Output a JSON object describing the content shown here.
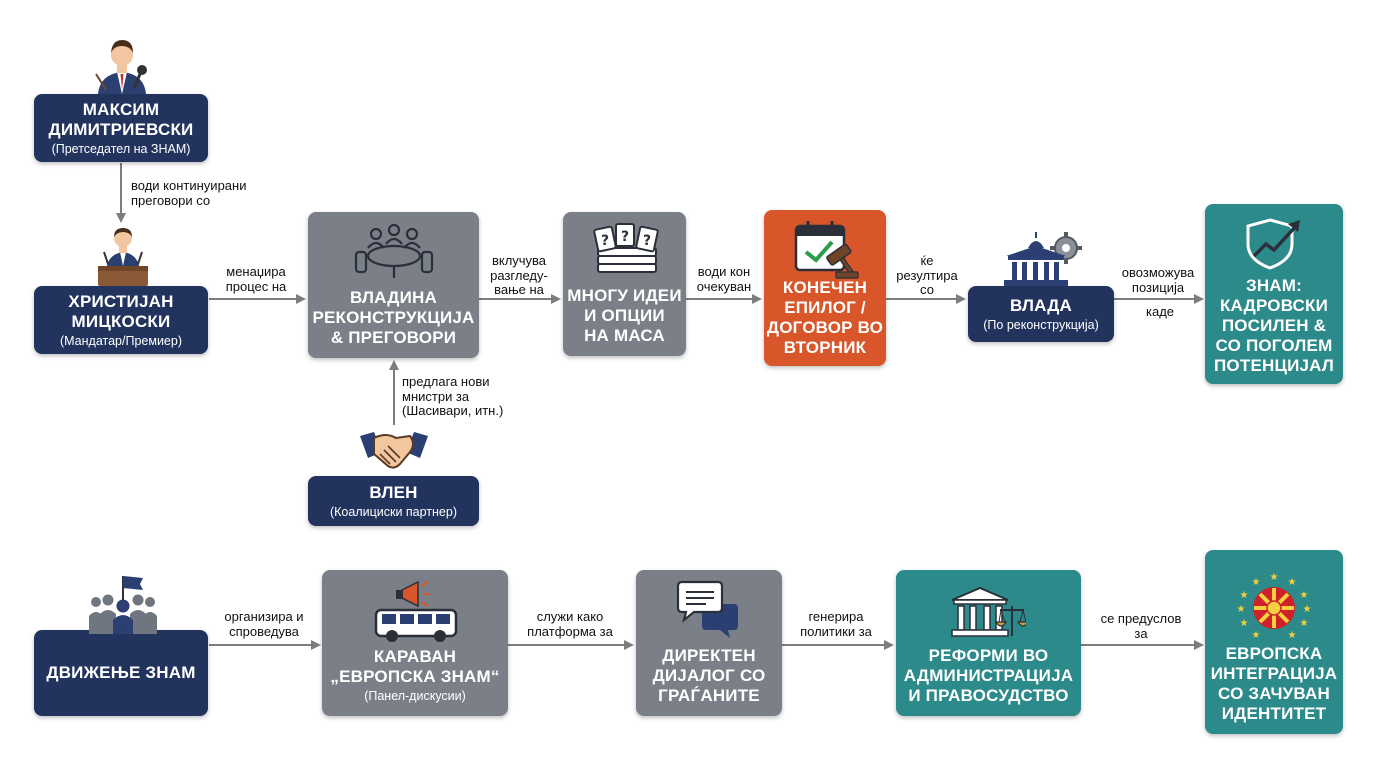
{
  "nodes": {
    "maksim": {
      "title": [
        "МАКСИМ",
        "ДИМИТРИЕВСКИ"
      ],
      "sub": "(Претседател на ЗНАМ)",
      "color": "#22335e"
    },
    "hristijan": {
      "title": [
        "ХРИСТИЈАН",
        "МИЦКОСКИ"
      ],
      "sub": "(Мандатар/Премиер)",
      "color": "#22335e"
    },
    "vladina": {
      "title": [
        "ВЛАДИНА",
        "РЕКОНСТРУКЦИЈА",
        "& ПРЕГОВОРИ"
      ],
      "color": "#7b8088"
    },
    "mnogu": {
      "title": [
        "МНОГУ ИДЕИ",
        "И ОПЦИИ",
        "НА МАСА"
      ],
      "color": "#7b8088"
    },
    "konechen": {
      "title": [
        "КОНЕЧЕН",
        "ЕПИЛОГ /",
        "ДОГОВОР ВО",
        "ВТОРНИК"
      ],
      "color": "#d8562a"
    },
    "vlada": {
      "title": [
        "ВЛАДА"
      ],
      "sub": "(По реконструкција)",
      "color": "#22335e"
    },
    "znam_kadrovski": {
      "title": [
        "ЗНАМ:",
        "КАДРОВСКИ",
        "ПОСИЛЕН &",
        "СО ПОГОЛЕМ",
        "ПОТЕНЦИЈАЛ"
      ],
      "color": "#2d8a8a"
    },
    "vlen": {
      "title": [
        "ВЛЕН"
      ],
      "sub": "(Коалициски партнер)",
      "color": "#22335e"
    },
    "dvizhenje": {
      "title": [
        "ДВИЖЕЊЕ ЗНАМ"
      ],
      "color": "#22335e"
    },
    "karavan": {
      "title": [
        "КАРАВАН",
        "„ЕВРОПСКА ЗНАМ“"
      ],
      "sub": "(Панел-дискусии)",
      "color": "#7b8088"
    },
    "direkten": {
      "title": [
        "ДИРЕКТЕН",
        "ДИЈАЛОГ СО",
        "ГРАЃАНИТЕ"
      ],
      "color": "#7b8088"
    },
    "reformi": {
      "title": [
        "РЕФОРМИ ВО",
        "АДМИНИСТРАЦИЈА",
        "И ПРАВОСУДСТВО"
      ],
      "color": "#2d8a8a"
    },
    "evropska": {
      "title": [
        "ЕВРОПСКА",
        "ИНТЕГРАЦИЈА",
        "СО ЗАЧУВАН",
        "ИДЕНТИТЕТ"
      ],
      "color": "#2d8a8a"
    }
  },
  "edges": {
    "e1": [
      "води континуирани",
      "преговори со"
    ],
    "e2": [
      "менаџира",
      "процес на"
    ],
    "e3": [
      "вклучува",
      "разгледу-",
      "вање на"
    ],
    "e4": [
      "води кон",
      "очекуван"
    ],
    "e5": [
      "ќе",
      "резултира",
      "со"
    ],
    "e6a": [
      "овозможува",
      "позиција"
    ],
    "e6b": [
      "каде"
    ],
    "e7": [
      "предлага нови",
      "мнистри за",
      "(Шасивари, итн.)"
    ],
    "e8": [
      "организира и",
      "спроведува"
    ],
    "e9": [
      "служи како",
      "платформа за"
    ],
    "e10": [
      "генерира",
      "политики за"
    ],
    "e11": [
      "се предуслов",
      "за"
    ]
  },
  "icons": {
    "maksim": "speaker-with-microphone-icon",
    "hristijan": "podium-speaker-icon",
    "vladina": "meeting-table-icon",
    "mnogu": "question-cards-icon",
    "konechen": "calendar-gavel-icon",
    "vlada": "government-building-gear-icon",
    "znam_kadrovski": "shield-growth-icon",
    "vlen": "handshake-icon",
    "dvizhenje": "crowd-flag-icon",
    "karavan": "bus-megaphone-icon",
    "direkten": "speech-bubbles-icon",
    "reformi": "courthouse-scales-icon",
    "evropska": "eu-stars-sun-icon"
  },
  "colors": {
    "arrow": "#7d7d7d"
  }
}
